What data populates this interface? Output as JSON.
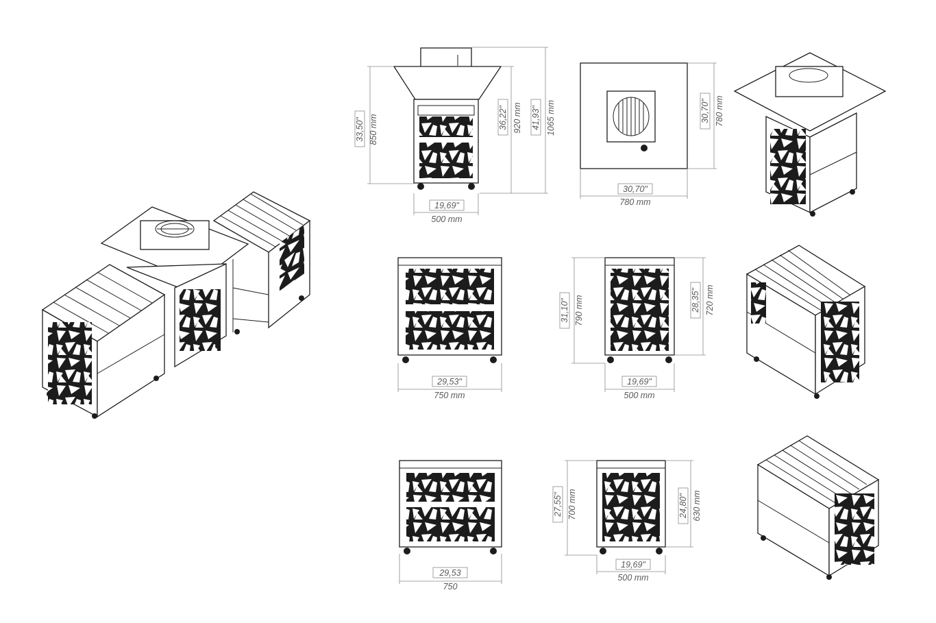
{
  "colors": {
    "ink": "#1c1c1c",
    "dimension": "#5a5a5a",
    "background": "#ffffff"
  },
  "grill_front": {
    "d1_in": "33,50\"",
    "d1_mm": "850 mm",
    "d2_in": "36,22\"",
    "d2_mm": "920 mm",
    "d3_in": "41,93\"",
    "d3_mm": "1065 mm",
    "w_in": "19,69\"",
    "w_mm": "500 mm"
  },
  "grill_top": {
    "h_in": "30,70\"",
    "h_mm": "780 mm",
    "w_in": "30,70\"",
    "w_mm": "780 mm"
  },
  "table_large_front": {
    "w_in": "29,53\"",
    "w_mm": "750 mm"
  },
  "table_large_side": {
    "h1_in": "31,10\"",
    "h1_mm": "790 mm",
    "h2_in": "28,35\"",
    "h2_mm": "720 mm",
    "w_in": "19,69\"",
    "w_mm": "500 mm"
  },
  "table_small_front": {
    "w_in": "29,53",
    "w_mm": "750"
  },
  "table_small_side": {
    "h1_in": "27,55\"",
    "h1_mm": "700 mm",
    "h2_in": "24,80\"",
    "h2_mm": "630 mm",
    "w_in": "19,69\"",
    "w_mm": "500 mm"
  }
}
